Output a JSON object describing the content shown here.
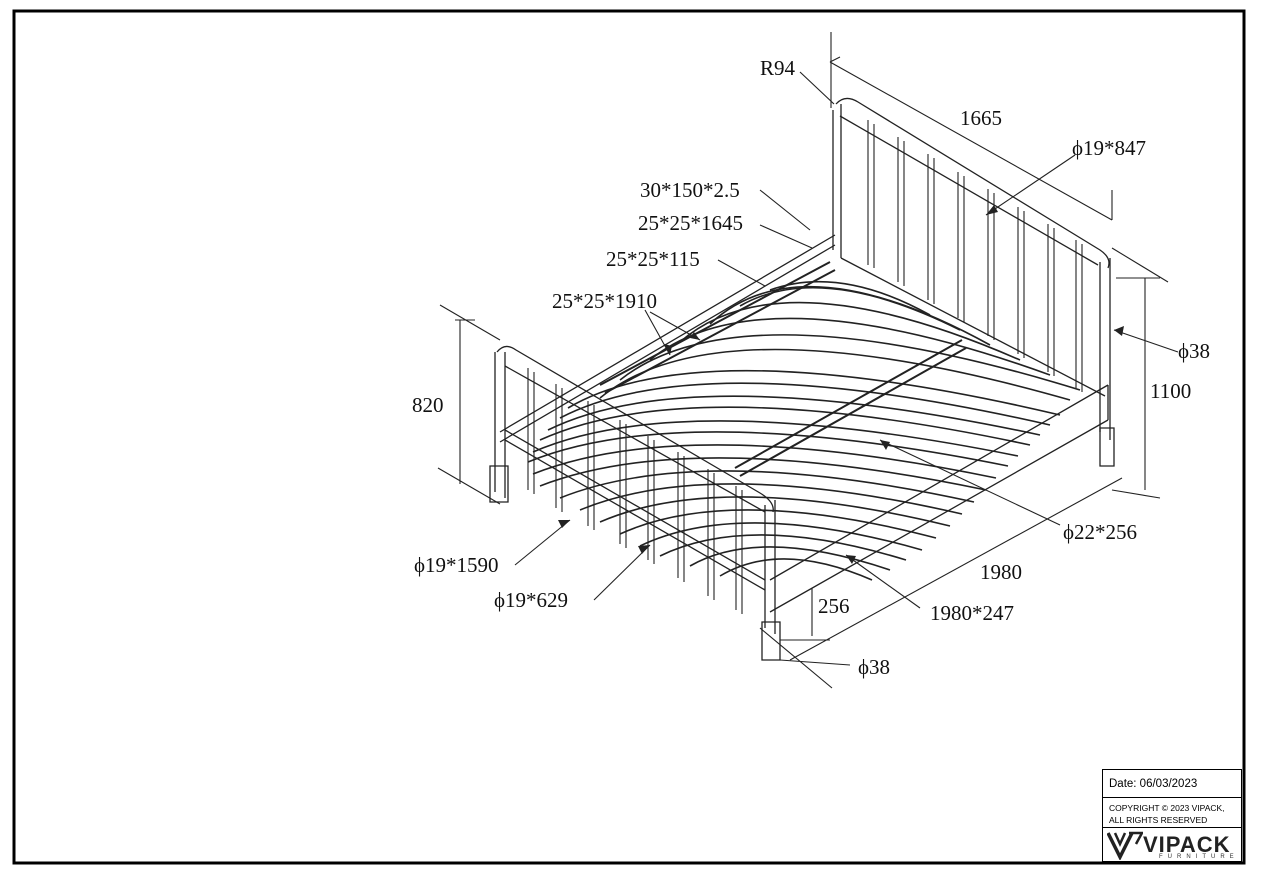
{
  "dimensions": {
    "headboard_radius": "R94",
    "headboard_width": "1665",
    "headboard_bars": "ϕ19*847",
    "slat": "30*150*2.5",
    "side_support": "25*25*1645",
    "support_leg": "25*25*115",
    "center_rail": "25*25*1910",
    "footboard_height": "820",
    "headboard_post": "ϕ38",
    "headboard_height": "1100",
    "center_leg": "ϕ22*256",
    "length": "1980",
    "side_rail": "1980*247",
    "clearance": "256",
    "foot_post": "ϕ38",
    "footboard_top_bar": "ϕ19*1590",
    "footboard_bars": "ϕ19*629"
  },
  "title_block": {
    "date": "Date: 06/03/2023",
    "copyright_line1": "COPYRIGHT  © 2023 VIPACK,",
    "copyright_line2": "ALL RIGHTS RESERVED",
    "brand": "VIPACK",
    "brand_sub": "FURNITURE"
  }
}
